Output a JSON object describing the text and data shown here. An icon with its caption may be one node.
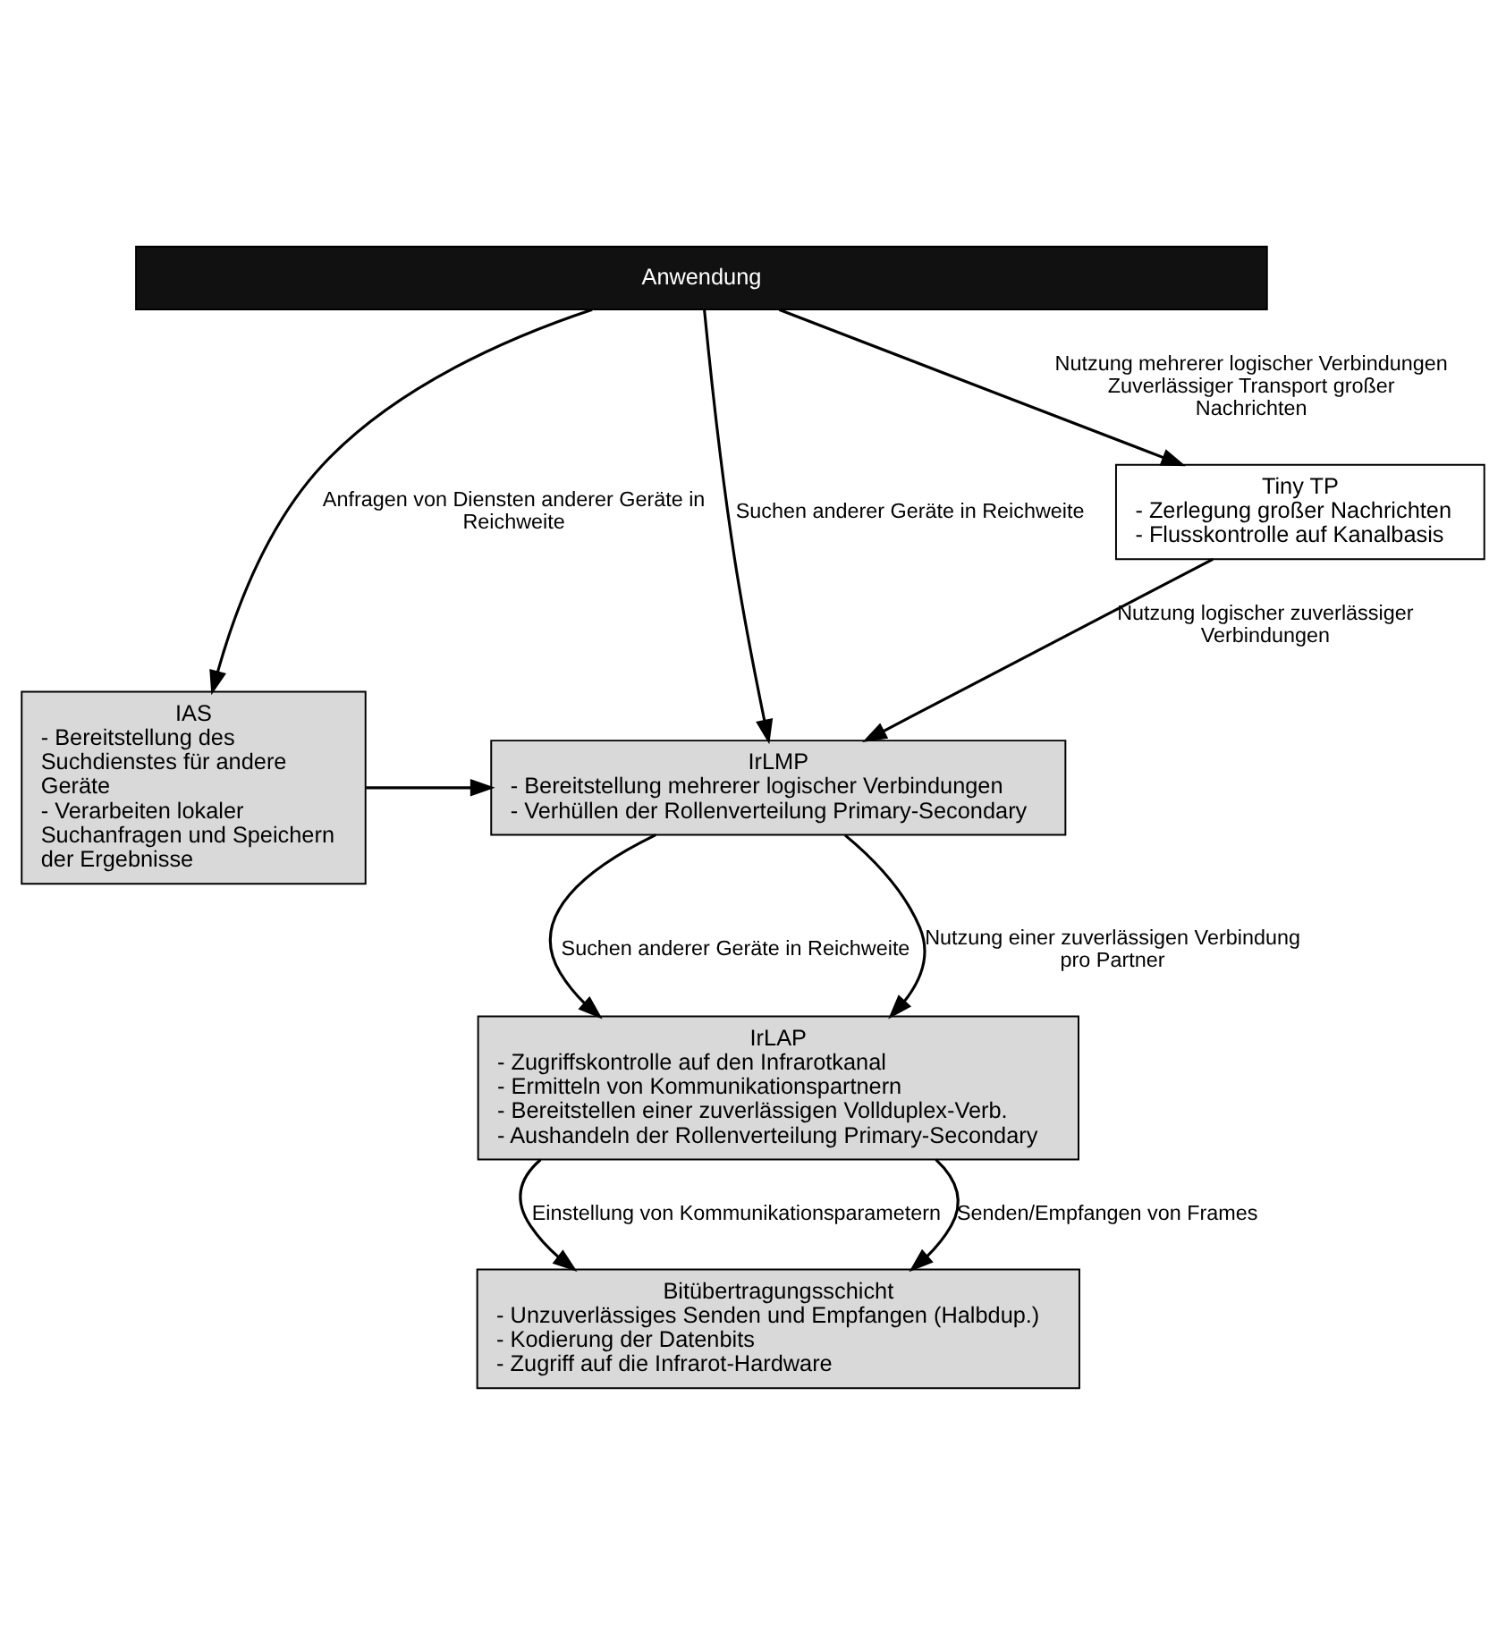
{
  "diagram": {
    "nodes": [
      {
        "text": [
          "Anwendung"
        ]
      },
      {
        "text": [
          "Tiny TP",
          "- Zerlegung großer Nachrichten",
          "- Flusskontrolle auf Kanalbasis"
        ]
      },
      {
        "text": [
          "IAS",
          "- Bereitstellung des Suchdienstes für andere Geräte",
          "- Verarbeiten lokaler Suchanfragen und Speichern der Ergebnisse"
        ]
      },
      {
        "text": [
          "IrLMP",
          "- Bereitstellung mehrerer logischer Verbindungen",
          "- Verhüllen der Rollenverteilung Primary-Secondary"
        ]
      },
      {
        "text": [
          "IrLAP",
          "- Zugriffskontrolle auf den Infrarotkanal",
          "- Ermitteln von Kommunikationspartnern",
          "- Bereitstellen einer zuverlässigen Vollduplex-Verb.",
          "- Aushandeln der Rollenverteilung Primary-Secondary"
        ]
      },
      {
        "text": [
          "Bitübertragungsschicht",
          "- Unzuverlässiges Senden und Empfangen (Halbdup.)",
          "- Kodierung der Datenbits",
          "- Zugriff auf die Infrarot-Hardware"
        ]
      }
    ],
    "edges": [
      {
        "from": 0,
        "to": 2,
        "arrow": "to",
        "label": "Anfragen von Diensten anderer Geräte in Reichweite"
      },
      {
        "from": 0,
        "to": 3,
        "arrow": "to",
        "label": "Suchen anderer Geräte in Reichweite"
      },
      {
        "from": 0,
        "to": 1,
        "arrow": "to",
        "label": "Nutzung mehrerer logischer Verbindungen Zuverlässiger Transport großer Nachrichten"
      },
      {
        "from": 1,
        "to": 3,
        "arrow": "to",
        "label": "Nutzung logischer zuverlässiger Verbindungen"
      },
      {
        "from": 2,
        "to": 3,
        "arrow": "to"
      },
      {
        "from": 3,
        "to": 4,
        "arrow": "to",
        "label": "Suchen anderer Geräte in Reichweite"
      },
      {
        "from": 3,
        "to": 4,
        "arrow": "to",
        "label": "Nutzung einer zuverlässigen Verbindung pro Partner"
      },
      {
        "from": 4,
        "to": 5,
        "arrow": "to",
        "label": "Einstellung von Kommunikationsparametern"
      },
      {
        "from": 4,
        "to": 5,
        "arrow": "to",
        "label": "Senden/Empfangen von Frames"
      }
    ]
  }
}
